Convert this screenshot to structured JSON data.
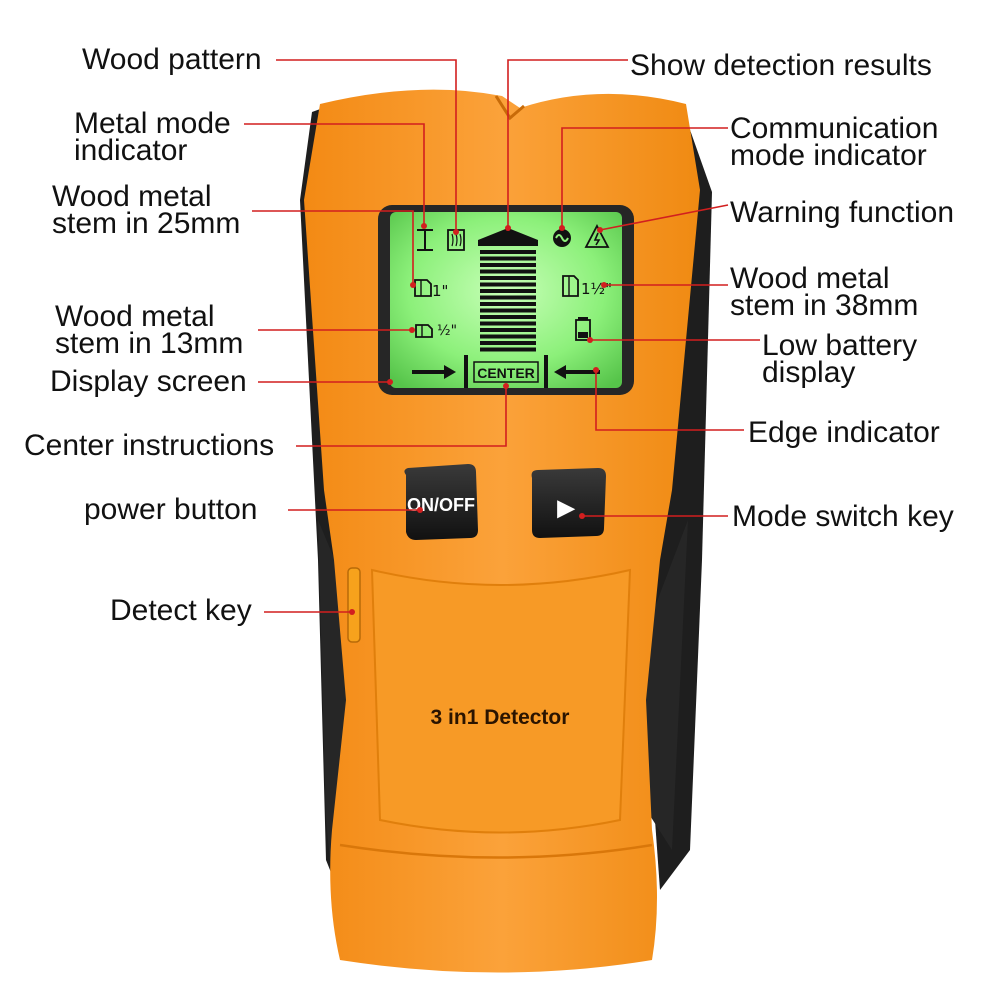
{
  "callouts": {
    "wood_pattern": [
      "Wood pattern"
    ],
    "metal_mode": [
      "Metal mode",
      "indicator"
    ],
    "wood_metal_25": [
      "Wood metal",
      "stem in 25mm"
    ],
    "wood_metal_13": [
      "Wood metal",
      "stem in 13mm"
    ],
    "display_screen": [
      "Display screen"
    ],
    "center_instructions": [
      "Center instructions"
    ],
    "power_button": [
      "power button"
    ],
    "detect_key": [
      "Detect key"
    ],
    "show_results": [
      "Show detection results"
    ],
    "communication_mode": [
      "Communication",
      "mode indicator"
    ],
    "warning_function": [
      "Warning function"
    ],
    "wood_metal_38": [
      "Wood metal",
      "stem in 38mm"
    ],
    "low_battery": [
      "Low battery",
      "display"
    ],
    "edge_indicator": [
      "Edge indicator"
    ],
    "mode_switch": [
      "Mode switch key"
    ]
  },
  "device": {
    "brand_label": "3 in1 Detector",
    "power_button_label": "ON/OFF",
    "mode_button_symbol": "▶",
    "lcd_center_label": "CENTER",
    "lcd_inch_1": "1\"",
    "lcd_inch_half": "½\"",
    "lcd_inch_one_half": "1½\""
  },
  "colors": {
    "body_orange": "#f7931e",
    "body_black": "#1e1e1e",
    "lcd_green": "#8cf07a",
    "callout_line": "#d21f1f"
  },
  "icons": [
    "metal-i-beam-icon",
    "wood-pattern-icon",
    "ac-wave-icon",
    "warning-triangle-icon",
    "wood-block-icon",
    "battery-icon",
    "arrow-right-icon",
    "arrow-left-icon",
    "play-icon"
  ]
}
